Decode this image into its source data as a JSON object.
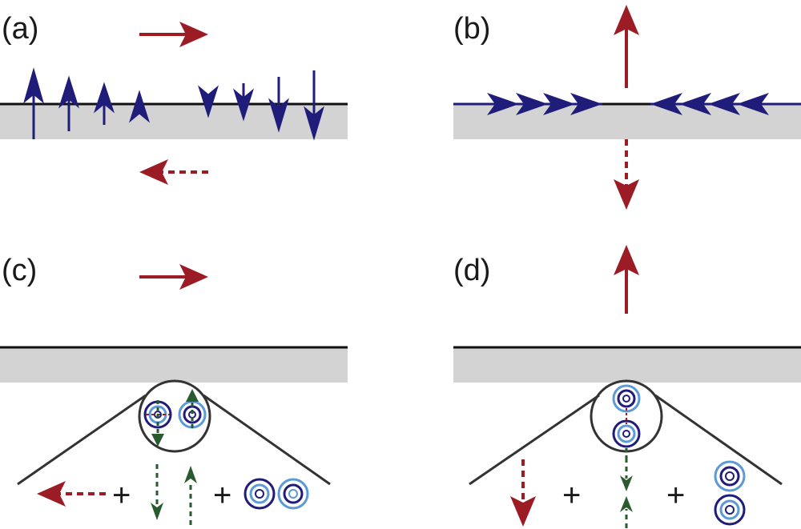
{
  "panels": {
    "a": {
      "label": "(a)"
    },
    "b": {
      "label": "(b)"
    },
    "c": {
      "label": "(c)",
      "plus_1": "+",
      "plus_2": "+"
    },
    "d": {
      "label": "(d)",
      "plus_1": "+",
      "plus_2": "+"
    }
  },
  "colors": {
    "red_arrow": "#9b1c24",
    "blue_arrow": "#1f1c7a",
    "green_arrow": "#2a5a2e",
    "light_blue": "#5b9bd5",
    "dark_navy": "#1f1c7a",
    "surface_gray": "#d3d3d3",
    "line_black": "#111111",
    "tip_gray": "#333333"
  }
}
